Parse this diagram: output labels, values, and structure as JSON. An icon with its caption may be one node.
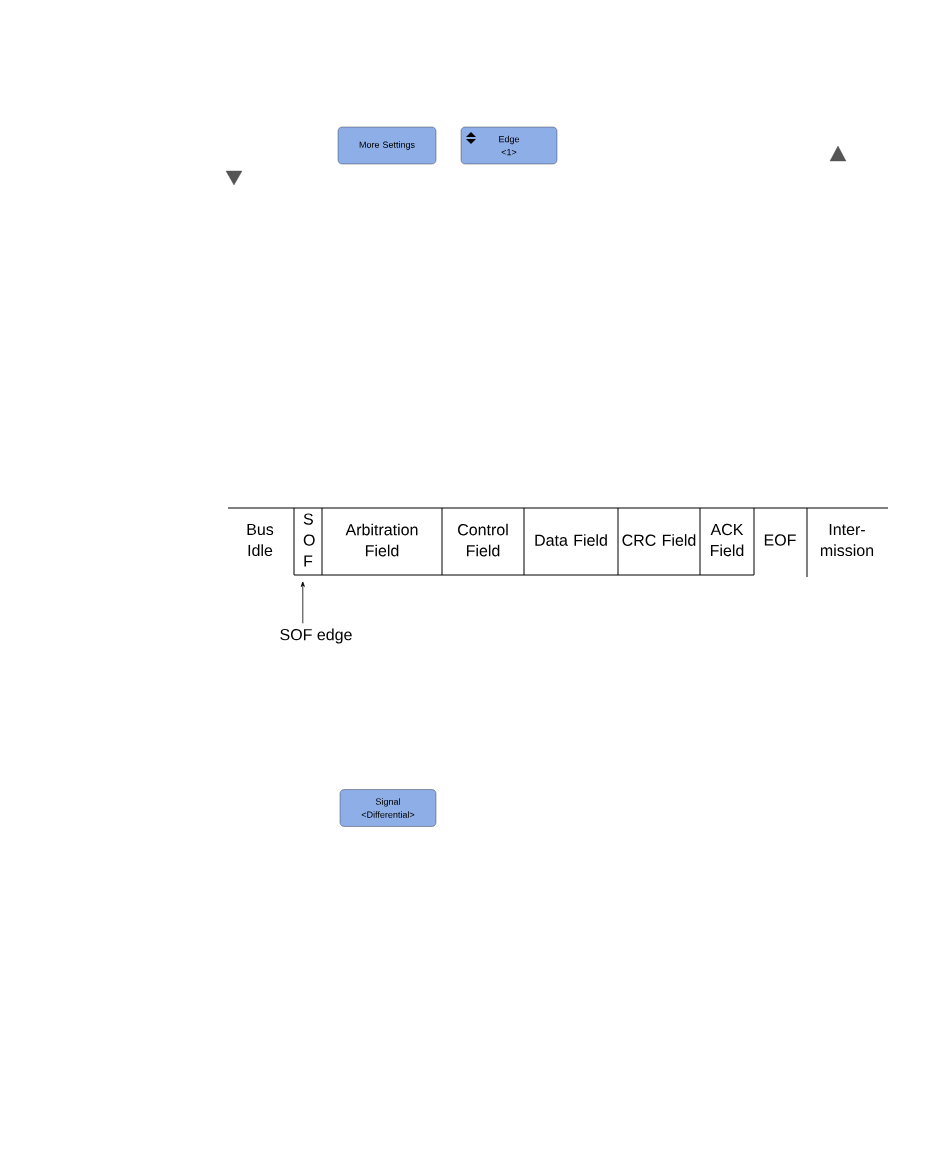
{
  "diagram": {
    "nodes": [
      {
        "text": [
          "More Settings"
        ]
      },
      {
        "text": [
          "Edge",
          "<1>"
        ]
      },
      {
        "text": [
          "Bus Idle"
        ]
      },
      {
        "text": [
          "S O F"
        ]
      },
      {
        "text": [
          "Arbitration Field"
        ]
      },
      {
        "text": [
          "Control Field"
        ]
      },
      {
        "text": [
          "Data Field"
        ]
      },
      {
        "text": [
          "CRC Field"
        ]
      },
      {
        "text": [
          "ACK Field"
        ]
      },
      {
        "text": [
          "EOF"
        ]
      },
      {
        "text": [
          "Inter- mission"
        ]
      },
      {
        "text": [
          "SOF edge"
        ]
      },
      {
        "text": [
          "Signal",
          "<Differential>"
        ]
      }
    ],
    "edges": [
      {
        "from": 11,
        "to": 3,
        "arrow": "to"
      }
    ]
  }
}
